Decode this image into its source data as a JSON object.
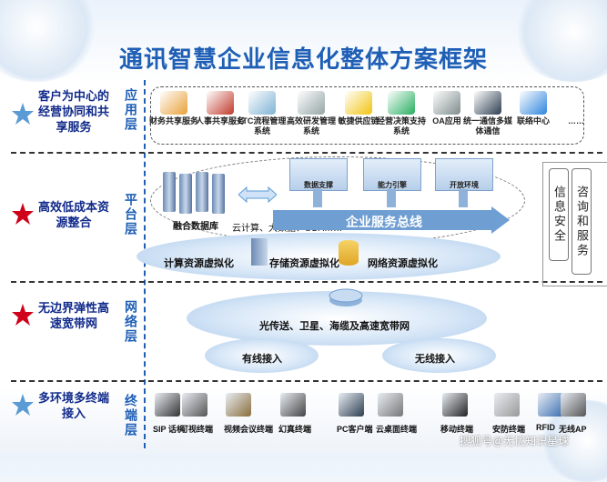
{
  "title": "通讯智慧企业信息化整体方案框架",
  "rows": [
    {
      "left": "客户为中心的经营协同和共享服务",
      "layer": "应用层",
      "star_color": "#5b9bd5"
    },
    {
      "left": "高效低成本资源整合",
      "layer": "平台层",
      "star_color": "#d0021b"
    },
    {
      "left": "无边界弹性高速宽带网",
      "layer": "网络层",
      "star_color": "#d0021b"
    },
    {
      "left": "多环境多终端接入",
      "layer": "终端层",
      "star_color": "#5b9bd5"
    }
  ],
  "apps": [
    {
      "label": "财务共享服务",
      "icon": "finance-icon",
      "color": "#e8a13a"
    },
    {
      "label": "人事共享服务",
      "icon": "hr-icon",
      "color": "#c0392b"
    },
    {
      "label": "LTC流程管理系统",
      "icon": "ltc-icon",
      "color": "#7fb3d5"
    },
    {
      "label": "高效研发管理系统",
      "icon": "rnd-icon",
      "color": "#95a5a6"
    },
    {
      "label": "敏捷供应链",
      "icon": "crane-icon",
      "color": "#f1c40f"
    },
    {
      "label": "经营决策支持系统",
      "icon": "decision-icon",
      "color": "#27ae60"
    },
    {
      "label": "OA应用",
      "icon": "oa-icon",
      "color": "#7f8c8d"
    },
    {
      "label": "统一通信多媒体通信",
      "icon": "comm-icon",
      "color": "#2c3e50"
    },
    {
      "label": "联络中心",
      "icon": "contact-icon",
      "color": "#2e86de"
    },
    {
      "label": "……",
      "icon": "",
      "color": ""
    }
  ],
  "platform": {
    "db": "融合数据库",
    "techs": "云计算、大数据、SOA……",
    "bus": "企业服务总线",
    "modules": [
      "数据支撑",
      "能力引擎",
      "开放环境"
    ],
    "virt": [
      "计算资源虚拟化",
      "存储资源虚拟化",
      "网络资源虚拟化"
    ]
  },
  "side": [
    "信息安全",
    "咨询和服务"
  ],
  "network": {
    "core": "光传送、卫星、海缆及高速宽带网",
    "wired": "有线接入",
    "wireless": "无线接入"
  },
  "terminals": [
    "SIP 话机",
    "可视终端",
    "视频会议终端",
    "幻真终端",
    "PC客户端",
    "云桌面终端",
    "移动终端",
    "安防终端",
    "RFID",
    "无线AP"
  ],
  "watermark": "搜狐号@无忧知识星球"
}
